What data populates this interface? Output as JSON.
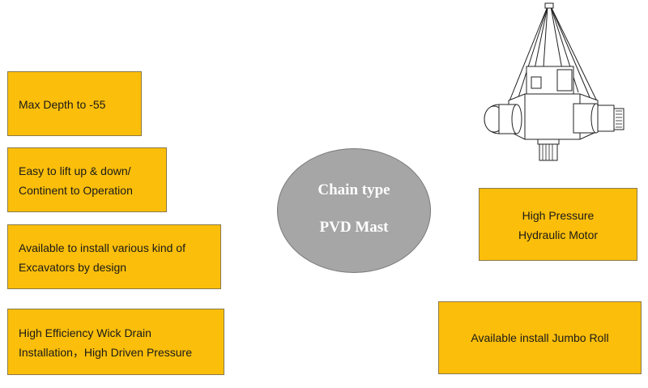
{
  "left_features": [
    {
      "lines": [
        "Max Depth to -55"
      ]
    },
    {
      "lines": [
        "Easy to lift up & down/",
        "Continent to Operation"
      ]
    },
    {
      "lines": [
        "Available to install various kind of",
        "Excavators by design"
      ]
    },
    {
      "lines": [
        "High Efficiency Wick Drain",
        "Installation，High Driven Pressure"
      ]
    }
  ],
  "center": {
    "line1": "Chain type",
    "line2": "PVD Mast"
  },
  "right_features": [
    {
      "lines": [
        "High Pressure",
        "Hydraulic Motor"
      ]
    },
    {
      "lines": [
        "Available install Jumbo Roll"
      ]
    }
  ],
  "colors": {
    "box_fill": "#fbbe0a",
    "oval_fill": "#a6a6a6"
  }
}
